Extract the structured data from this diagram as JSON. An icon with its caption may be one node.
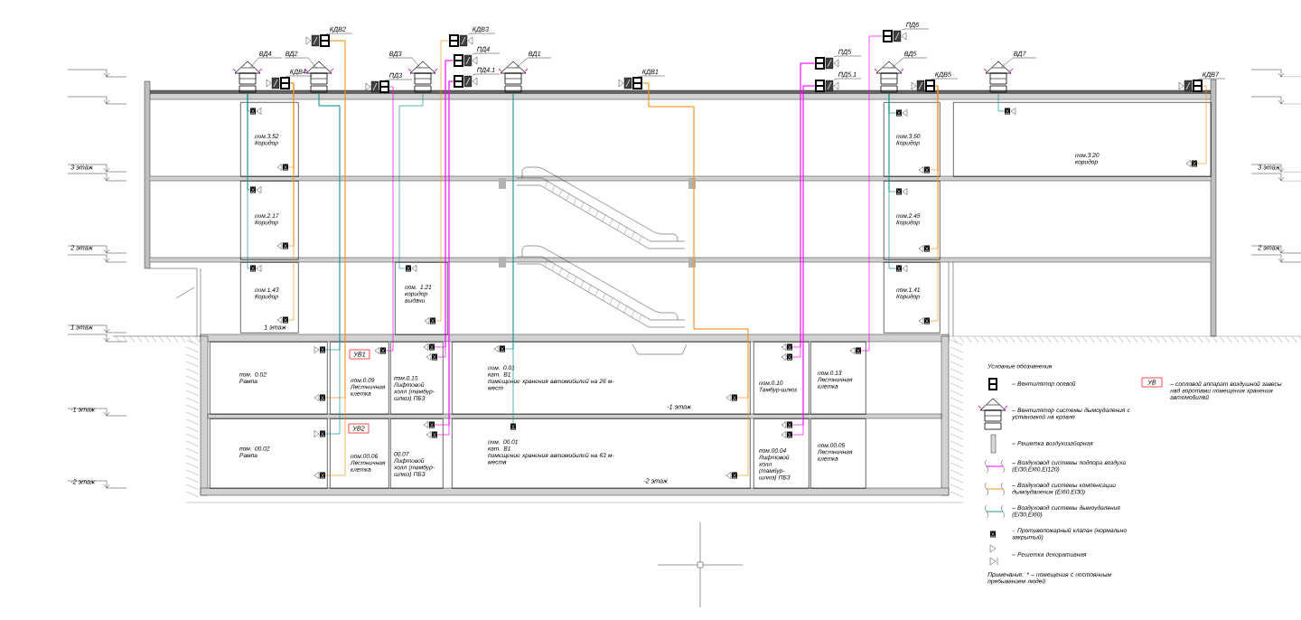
{
  "diagram": {
    "nodes": [
      {
        "text": [
          "ВД4"
        ]
      },
      {
        "text": [
          "КДВ4"
        ]
      },
      {
        "text": [
          "КДВ2"
        ]
      },
      {
        "text": [
          "ВД2"
        ]
      },
      {
        "text": [
          "ПД3"
        ]
      },
      {
        "text": [
          "ВД3"
        ]
      },
      {
        "text": [
          "КДВ3"
        ]
      },
      {
        "text": [
          "ПД4"
        ]
      },
      {
        "text": [
          "ПД4.1"
        ]
      },
      {
        "text": [
          "ВД1"
        ]
      },
      {
        "text": [
          "КДВ1"
        ]
      },
      {
        "text": [
          "ПД5"
        ]
      },
      {
        "text": [
          "ПД5.1"
        ]
      },
      {
        "text": [
          "ПД6"
        ]
      },
      {
        "text": [
          "ВД5"
        ]
      },
      {
        "text": [
          "КДВ5"
        ]
      },
      {
        "text": [
          "ВД7"
        ]
      },
      {
        "text": [
          "КДВ7"
        ]
      },
      {
        "text": [
          "пом.3.52",
          "Коридор"
        ]
      },
      {
        "text": [
          "пом.2.17",
          "Коридор"
        ]
      },
      {
        "text": [
          "пом.1.43",
          "Коридор"
        ]
      },
      {
        "text": [
          "пом. 1.21",
          "коридор выдачи"
        ]
      },
      {
        "text": [
          "пом.3.50",
          "Коридор"
        ]
      },
      {
        "text": [
          "пом.2.45",
          "Коридор"
        ]
      },
      {
        "text": [
          "пом.1.41",
          "Коридор"
        ]
      },
      {
        "text": [
          "пом.3.20",
          "коридор"
        ]
      },
      {
        "text": [
          "пом. 0.02",
          "Рампа"
        ]
      },
      {
        "text": [
          "пом.0.09",
          "Лестничная клетка"
        ]
      },
      {
        "text": [
          "пом.0.15",
          "Лифтовой холл (тамбур-шлюз) ПБЗ"
        ]
      },
      {
        "text": [
          "пом. 0.01",
          "кат. В1",
          "помещение хранения автомобилей на 26 м-мест"
        ]
      },
      {
        "text": [
          "пом.0.10",
          "Тамбур-шлюз"
        ]
      },
      {
        "text": [
          "пом.0.13",
          "Лестничная клетка"
        ]
      },
      {
        "text": [
          "пом. 00.02",
          "Рампа"
        ]
      },
      {
        "text": [
          "пом.00.06",
          "Лестничная клетка"
        ]
      },
      {
        "text": [
          "00.07",
          "Лифтовой холл (тамбур-шлюз) ПБЗ"
        ]
      },
      {
        "text": [
          "пом. 00.01",
          "кат. В1",
          "помещение хранения автомобилей на 63 м-места"
        ]
      },
      {
        "text": [
          "пом.00.04",
          "Лифтовой холл (тамбур-шлюз) ПБЗ"
        ]
      },
      {
        "text": [
          "пом.00.05",
          "Лестничная клетка"
        ]
      },
      {
        "text": [
          "УВ1"
        ],
        "in": 27
      },
      {
        "text": [
          "УВ2"
        ],
        "in": 33
      },
      {
        "text": [],
        "shape": "box",
        "in": 18
      },
      {
        "text": [],
        "shape": "box",
        "in": 19
      },
      {
        "text": [],
        "shape": "box",
        "in": 20
      },
      {
        "text": [],
        "shape": "box",
        "in": 18
      },
      {
        "text": [],
        "shape": "box",
        "in": 19
      },
      {
        "text": [],
        "shape": "box",
        "in": 20
      },
      {
        "text": [],
        "shape": "box",
        "in": 26
      },
      {
        "text": [],
        "shape": "box",
        "in": 32
      },
      {
        "text": [],
        "shape": "box",
        "in": 26
      },
      {
        "text": [],
        "shape": "box",
        "in": 32
      },
      {
        "text": [],
        "shape": "box",
        "in": 27
      },
      {
        "text": [],
        "shape": "box",
        "in": 21
      },
      {
        "text": [],
        "shape": "box",
        "in": 21
      },
      {
        "text": [],
        "shape": "box",
        "in": 28
      },
      {
        "text": [],
        "shape": "box",
        "in": 28
      },
      {
        "text": [],
        "shape": "box",
        "in": 34
      },
      {
        "text": [],
        "shape": "box",
        "in": 34
      },
      {
        "text": [],
        "shape": "box",
        "in": 29
      },
      {
        "text": [],
        "shape": "box",
        "in": 35
      },
      {
        "text": [],
        "shape": "box",
        "in": 29
      },
      {
        "text": [],
        "shape": "box",
        "in": 35
      },
      {
        "text": [],
        "shape": "box",
        "in": 30
      },
      {
        "text": [],
        "shape": "box",
        "in": 30
      },
      {
        "text": [],
        "shape": "box",
        "in": 36
      },
      {
        "text": [],
        "shape": "box",
        "in": 36
      },
      {
        "text": [],
        "shape": "box",
        "in": 31
      },
      {
        "text": [],
        "shape": "box",
        "in": 22
      },
      {
        "text": [],
        "shape": "box",
        "in": 23
      },
      {
        "text": [],
        "shape": "box",
        "in": 24
      },
      {
        "text": [],
        "shape": "box",
        "in": 22
      },
      {
        "text": [],
        "shape": "box",
        "in": 23
      },
      {
        "text": [],
        "shape": "box",
        "in": 24
      },
      {
        "text": [],
        "shape": "box",
        "in": 25
      },
      {
        "text": [],
        "shape": "box",
        "in": 25
      }
    ],
    "edges": [
      {
        "from": 0,
        "to": 40,
        "arrow": "none",
        "color": "#1b9a9a"
      },
      {
        "from": 0,
        "to": 41,
        "arrow": "none",
        "color": "#1b9a9a"
      },
      {
        "from": 0,
        "to": 42,
        "arrow": "none",
        "color": "#1b9a9a"
      },
      {
        "from": 1,
        "to": 43,
        "arrow": "none",
        "color": "#f7941d"
      },
      {
        "from": 1,
        "to": 44,
        "arrow": "none",
        "color": "#f7941d"
      },
      {
        "from": 1,
        "to": 45,
        "arrow": "none",
        "color": "#f7941d"
      },
      {
        "from": 2,
        "to": 48,
        "arrow": "none",
        "color": "#f7941d"
      },
      {
        "from": 2,
        "to": 49,
        "arrow": "none",
        "color": "#f7941d"
      },
      {
        "from": 3,
        "to": 46,
        "arrow": "none",
        "color": "#1b9a9a"
      },
      {
        "from": 3,
        "to": 47,
        "arrow": "none",
        "color": "#1b9a9a"
      },
      {
        "from": 4,
        "to": 50,
        "arrow": "none",
        "color": "#ff00ff"
      },
      {
        "from": 5,
        "to": 51,
        "arrow": "none",
        "color": "#1b9a9a"
      },
      {
        "from": 6,
        "to": 52,
        "arrow": "none",
        "color": "#f7941d"
      },
      {
        "from": 7,
        "to": 53,
        "arrow": "none",
        "color": "#ff00ff"
      },
      {
        "from": 7,
        "to": 54,
        "arrow": "none",
        "color": "#ff00ff"
      },
      {
        "from": 8,
        "to": 55,
        "arrow": "none",
        "color": "#ff00ff"
      },
      {
        "from": 8,
        "to": 56,
        "arrow": "none",
        "color": "#ff00ff"
      },
      {
        "from": 9,
        "to": 57,
        "arrow": "none",
        "color": "#1b9a9a"
      },
      {
        "from": 9,
        "to": 58,
        "arrow": "none",
        "color": "#1b9a9a"
      },
      {
        "from": 10,
        "to": 59,
        "arrow": "none",
        "color": "#f7941d"
      },
      {
        "from": 10,
        "to": 60,
        "arrow": "none",
        "color": "#f7941d"
      },
      {
        "from": 11,
        "to": 61,
        "arrow": "none",
        "color": "#ff00ff"
      },
      {
        "from": 11,
        "to": 62,
        "arrow": "none",
        "color": "#ff00ff"
      },
      {
        "from": 12,
        "to": 63,
        "arrow": "none",
        "color": "#ff00ff"
      },
      {
        "from": 12,
        "to": 64,
        "arrow": "none",
        "color": "#ff00ff"
      },
      {
        "from": 13,
        "to": 65,
        "arrow": "none",
        "color": "#ff00ff"
      },
      {
        "from": 14,
        "to": 66,
        "arrow": "none",
        "color": "#1b9a9a"
      },
      {
        "from": 14,
        "to": 67,
        "arrow": "none",
        "color": "#1b9a9a"
      },
      {
        "from": 14,
        "to": 68,
        "arrow": "none",
        "color": "#1b9a9a"
      },
      {
        "from": 15,
        "to": 69,
        "arrow": "none",
        "color": "#f7941d"
      },
      {
        "from": 15,
        "to": 70,
        "arrow": "none",
        "color": "#f7941d"
      },
      {
        "from": 15,
        "to": 71,
        "arrow": "none",
        "color": "#f7941d"
      },
      {
        "from": 16,
        "to": 72,
        "arrow": "none",
        "color": "#1b9a9a"
      },
      {
        "from": 17,
        "to": 73,
        "arrow": "none",
        "color": "#f7941d"
      }
    ],
    "labels": [
      "3 этаж",
      "3 этаж",
      "2 этаж",
      "2 этаж",
      "1 этаж",
      "1 этаж",
      "Условные обозначения",
      "УВ",
      "-1 этаж",
      "-1 этаж",
      "-2 этаж",
      "-2 этаж",
      "Примечание: * – помещения с постоянным пребыванием людей"
    ],
    "legend": [
      {
        "text": "– Вентилятор осевой"
      },
      {
        "text": "– Вентилятор системы дымоудаления с установкой на кровле"
      },
      {
        "text": "– Решетка воздухозаборная"
      },
      {
        "text": "– Воздуховод системы подпора воздуха (EI30,EI60,EI120)"
      },
      {
        "text": "– Воздуховод системы компенсации дымоудаления (EI60,EI30)"
      },
      {
        "text": "– Воздуховод системы дымоудаления (EI30,EI60)"
      },
      {
        "text": "– Противопожарный клапан (нормально закрытый)"
      },
      {
        "text": "– Решетка декоративная"
      },
      {
        "text": "– сопловой аппарат воздушной завесы над воротами помещения хранения автомобилей"
      }
    ]
  }
}
